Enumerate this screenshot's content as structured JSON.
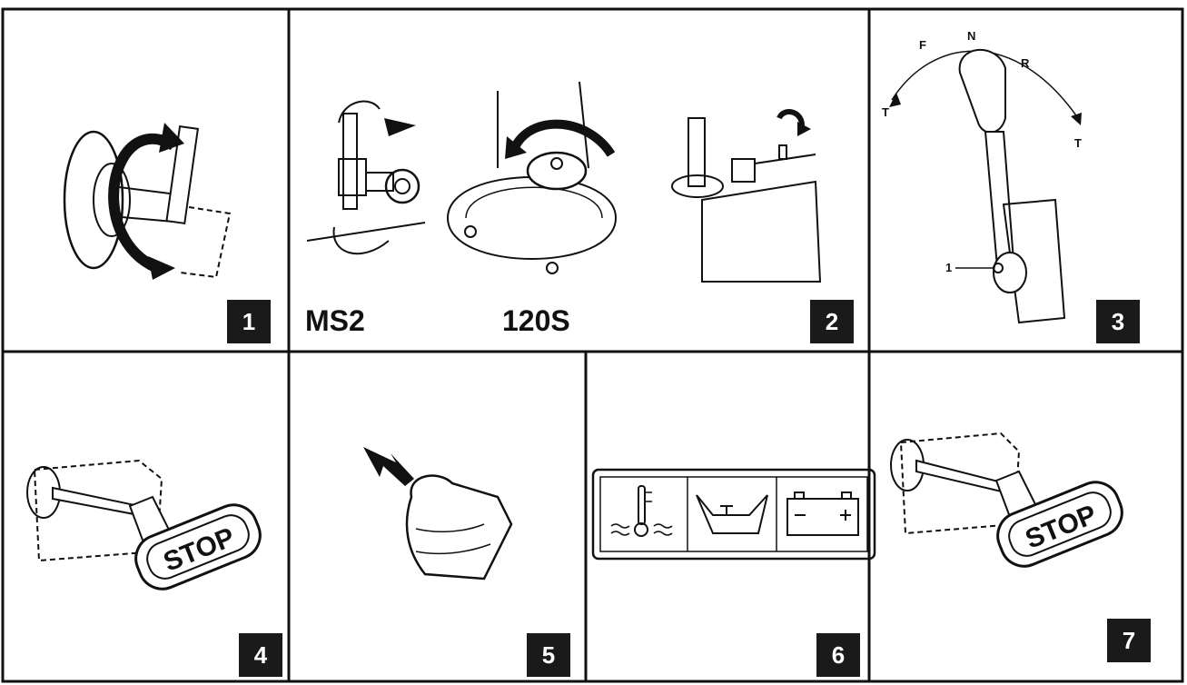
{
  "panels": [
    {
      "number": "1"
    },
    {
      "number": "2",
      "captions": [
        "MS2",
        "120S"
      ]
    },
    {
      "number": "3",
      "lever_labels": [
        "F",
        "N",
        "R",
        "T",
        "T"
      ],
      "callout": "1"
    },
    {
      "number": "4",
      "knob_text": "STOP"
    },
    {
      "number": "5"
    },
    {
      "number": "6",
      "warning_icons": [
        "temperature-icon",
        "oil-can-icon",
        "battery-icon"
      ]
    },
    {
      "number": "7",
      "knob_text": "STOP"
    }
  ],
  "colors": {
    "ink": "#111111",
    "badge": "#1a1a1a",
    "paper": "#ffffff"
  }
}
